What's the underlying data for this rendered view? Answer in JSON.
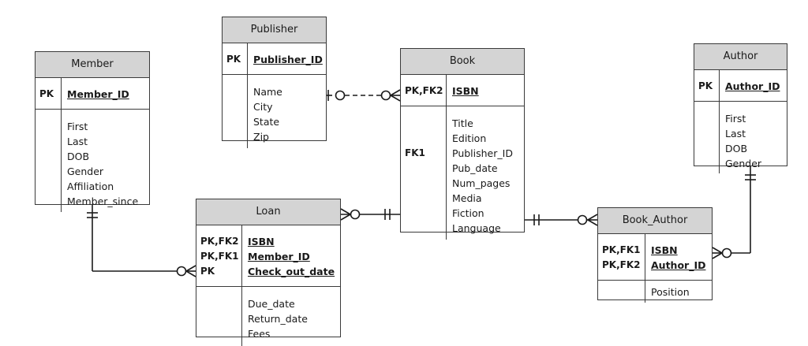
{
  "entities": {
    "member": {
      "title": "Member",
      "pk_keys": [
        "PK"
      ],
      "pk_fields": [
        "Member_ID"
      ],
      "attr_keys": [],
      "attrs": [
        "First",
        "Last",
        "DOB",
        "Gender",
        "Affiliation",
        "Member_since"
      ]
    },
    "publisher": {
      "title": "Publisher",
      "pk_keys": [
        "PK"
      ],
      "pk_fields": [
        "Publisher_ID"
      ],
      "attr_keys": [],
      "attrs": [
        "Name",
        "City",
        "State",
        "Zip"
      ]
    },
    "book": {
      "title": "Book",
      "pk_keys": [
        "PK,FK2"
      ],
      "pk_fields": [
        "ISBN"
      ],
      "attr_keys": [
        "",
        "",
        "FK1"
      ],
      "attrs": [
        "Title",
        "Edition",
        "Publisher_ID",
        "Pub_date",
        "Num_pages",
        "Media",
        "Fiction",
        "Language"
      ]
    },
    "author": {
      "title": "Author",
      "pk_keys": [
        "PK"
      ],
      "pk_fields": [
        "Author_ID"
      ],
      "attr_keys": [],
      "attrs": [
        "First",
        "Last",
        "DOB",
        "Gender"
      ]
    },
    "loan": {
      "title": "Loan",
      "pk_keys": [
        "PK,FK2",
        "PK,FK1",
        "PK"
      ],
      "pk_fields": [
        "ISBN",
        "Member_ID",
        "Check_out_date"
      ],
      "attr_keys": [],
      "attrs": [
        "Due_date",
        "Return_date",
        "Fees"
      ]
    },
    "book_author": {
      "title": "Book_Author",
      "pk_keys": [
        "PK,FK1",
        "PK,FK2"
      ],
      "pk_fields": [
        "ISBN",
        "Author_ID"
      ],
      "attr_keys": [],
      "attrs": [
        "Position"
      ]
    }
  },
  "relationships": [
    {
      "from": "publisher",
      "to": "book",
      "from_end": "zero-or-one",
      "to_end": "zero-or-many",
      "style": "dashed"
    },
    {
      "from": "member",
      "to": "loan",
      "from_end": "exactly-one",
      "to_end": "zero-or-many",
      "style": "solid"
    },
    {
      "from": "book",
      "to": "loan",
      "from_end": "exactly-one",
      "to_end": "zero-or-many",
      "style": "solid"
    },
    {
      "from": "book",
      "to": "book_author",
      "from_end": "exactly-one",
      "to_end": "zero-or-many",
      "style": "solid"
    },
    {
      "from": "author",
      "to": "book_author",
      "from_end": "exactly-one",
      "to_end": "zero-or-many",
      "style": "solid"
    }
  ]
}
